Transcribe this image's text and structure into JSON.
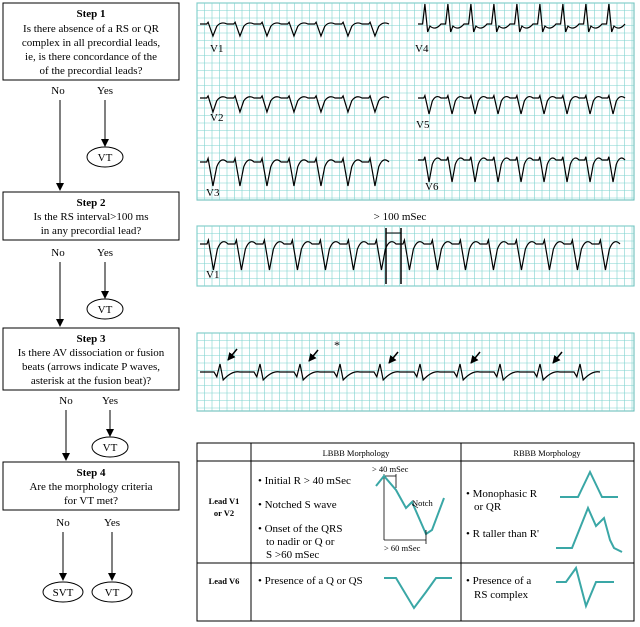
{
  "flowchart": {
    "step1": {
      "title": "Step 1",
      "lines": [
        "Is there absence of a RS or QR",
        "complex in all precordial leads,",
        "ie, is there concordance of the",
        "of the precordial leads?"
      ],
      "no": "No",
      "yes": "Yes",
      "outcome": "VT"
    },
    "step2": {
      "title": "Step 2",
      "lines": [
        "Is the RS interval>100 ms",
        "in any precordial lead?"
      ],
      "no": "No",
      "yes": "Yes",
      "outcome": "VT"
    },
    "step3": {
      "title": "Step 3",
      "lines": [
        "Is there AV dissociation or fusion",
        "beats (arrows indicate P waves,",
        "asterisk at the fusion beat)?"
      ],
      "no": "No",
      "yes": "Yes",
      "outcome": "VT"
    },
    "step4": {
      "title": "Step 4",
      "lines": [
        "Are the morphology criteria",
        "for VT met?"
      ],
      "no": "No",
      "yes": "Yes",
      "outcome_no": "SVT",
      "outcome_yes": "VT"
    }
  },
  "ecg": {
    "grid_color": "#7fd3cf",
    "trace_color": "#000000",
    "leads_top": [
      "V1",
      "V2",
      "V3",
      "V4",
      "V5",
      "V6"
    ],
    "rs_label": "> 100 mSec",
    "rs_lead": "V1",
    "fusion_marker": "*"
  },
  "morphology": {
    "headers": [
      "LBBB Morphology",
      "RBBB Morphology"
    ],
    "rows": [
      {
        "lead": [
          "Lead V1",
          "or V2"
        ],
        "lbbb": [
          "• Initial R > 40 mSec",
          "• Notched S wave",
          "• Onset of the QRS",
          "to nadir or Q or",
          "S >60 mSec"
        ],
        "rbbb": [
          "• Monophasic R",
          "or QR",
          "• R taller than R'"
        ]
      },
      {
        "lead": [
          "Lead V6"
        ],
        "lbbb": [
          "• Presence of a Q or QS"
        ],
        "rbbb": [
          "• Presence of a",
          "RS complex"
        ]
      }
    ],
    "diagram_labels": {
      "top": "> 40 mSec",
      "notch": "Notch",
      "bottom": "> 60 mSec"
    },
    "wave_color": "#3aa7a6"
  }
}
